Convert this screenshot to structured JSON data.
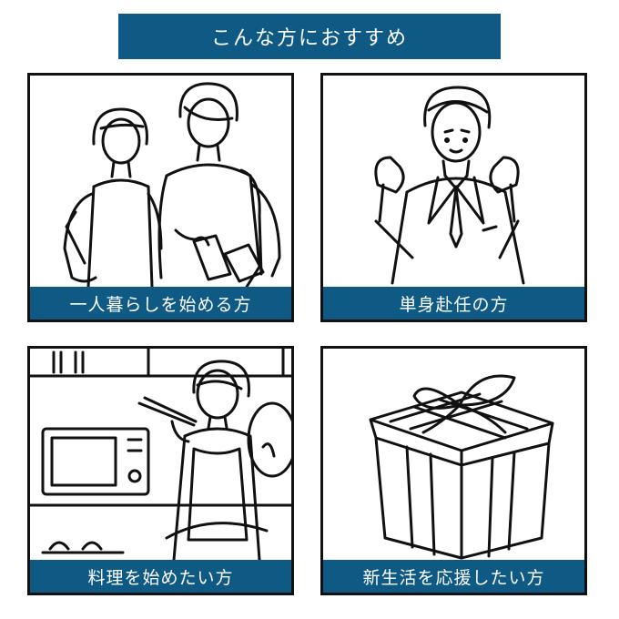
{
  "header": {
    "title": "こんな方におすすめ"
  },
  "cards": [
    {
      "label": "一人暮らしを始める方",
      "icon": "young-couple-illustration"
    },
    {
      "label": "単身赴任の方",
      "icon": "businessman-illustration"
    },
    {
      "label": "料理を始めたい方",
      "icon": "cooking-woman-illustration"
    },
    {
      "label": "新生活を応援したい方",
      "icon": "gift-box-illustration"
    }
  ],
  "colors": {
    "accent": "#0e5a85",
    "border": "#111111",
    "background": "#ffffff"
  }
}
